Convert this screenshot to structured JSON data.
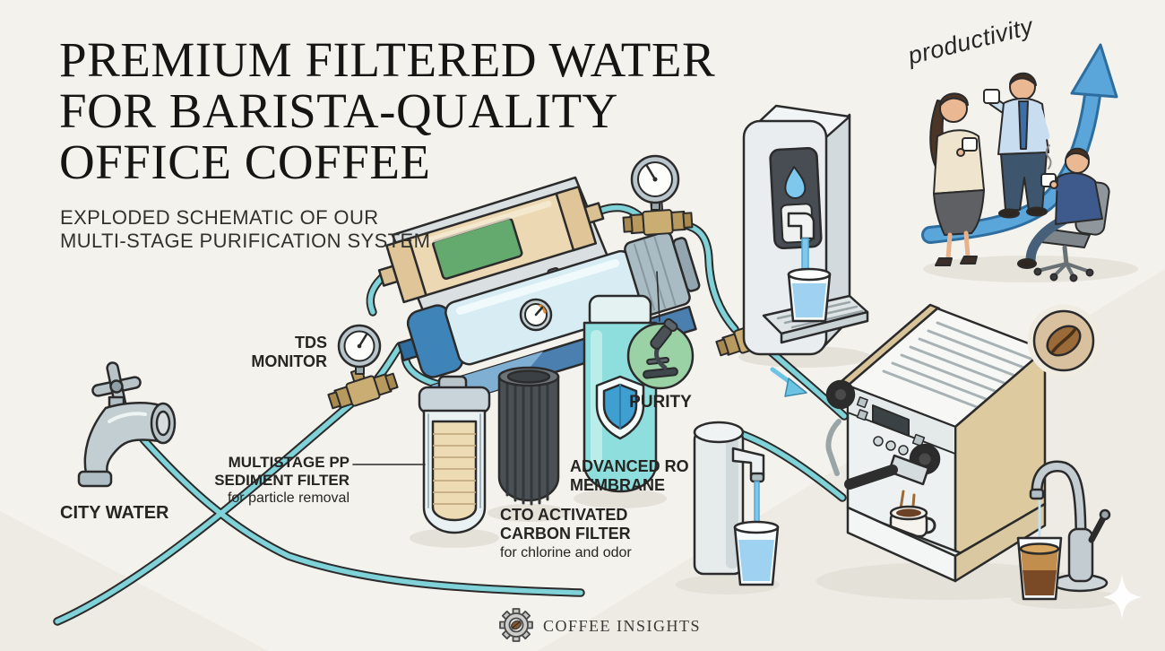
{
  "header": {
    "title_lines": [
      "PREMIUM FILTERED WATER",
      "FOR BARISTA-QUALITY",
      "OFFICE COFFEE"
    ],
    "subtitle_lines": [
      "EXPLODED SCHEMATIC OF OUR",
      "MULTI-STAGE PURIFICATION SYSTEM"
    ]
  },
  "labels": {
    "tds_monitor": {
      "lines": [
        "TDS",
        "MONITOR"
      ]
    },
    "city_water": "CITY WATER",
    "sediment_filter": {
      "lines": [
        "MULTISTAGE PP",
        "SEDIMENT FILTER"
      ],
      "note": "for particle removal"
    },
    "carbon_filter": {
      "lines": [
        "CTO ACTIVATED",
        "CARBON FILTER"
      ],
      "note": "for chlorine and odor"
    },
    "ro_membrane": {
      "lines": [
        "ADVANCED RO",
        "MEMBRANE"
      ]
    },
    "purity": "PURITY",
    "productivity": "productivity"
  },
  "footer": {
    "brand": "COFFEE INSIGHTS"
  },
  "icons": {
    "purity_badge": "microscope-icon",
    "dispenser_panel": "water-drop-icon",
    "machine_badge": "coffee-bean-icon",
    "brand_logo": "gear-coffee-bean-icon",
    "flow": "flow-arrow-icon",
    "growth": "productivity-arrow-icon",
    "ro_canister": "shield-icon"
  },
  "colors": {
    "background": "#f4f2ed",
    "band": "#edebe4",
    "ink_outline": "#2b2b2b",
    "tube_teal": "#7fd2d8",
    "brass": "#c9ad72",
    "membrane_green": "#64a96e",
    "housing_tan": "#ecd8b2",
    "cylinder_blue": "#d8edf3",
    "cap_blue": "#3e84b8",
    "plate_blue": "#4a7fb0",
    "carbon_dark": "#4a5054",
    "sediment_cream": "#eddbb3",
    "ro_teal": "#8edede",
    "purity_green": "#9ad2a6",
    "water_blue": "#9ed2f0",
    "arrow_blue": "#5aa5da",
    "coffee_brown": "#7a4a26",
    "machine_tan": "#ddca9f"
  }
}
